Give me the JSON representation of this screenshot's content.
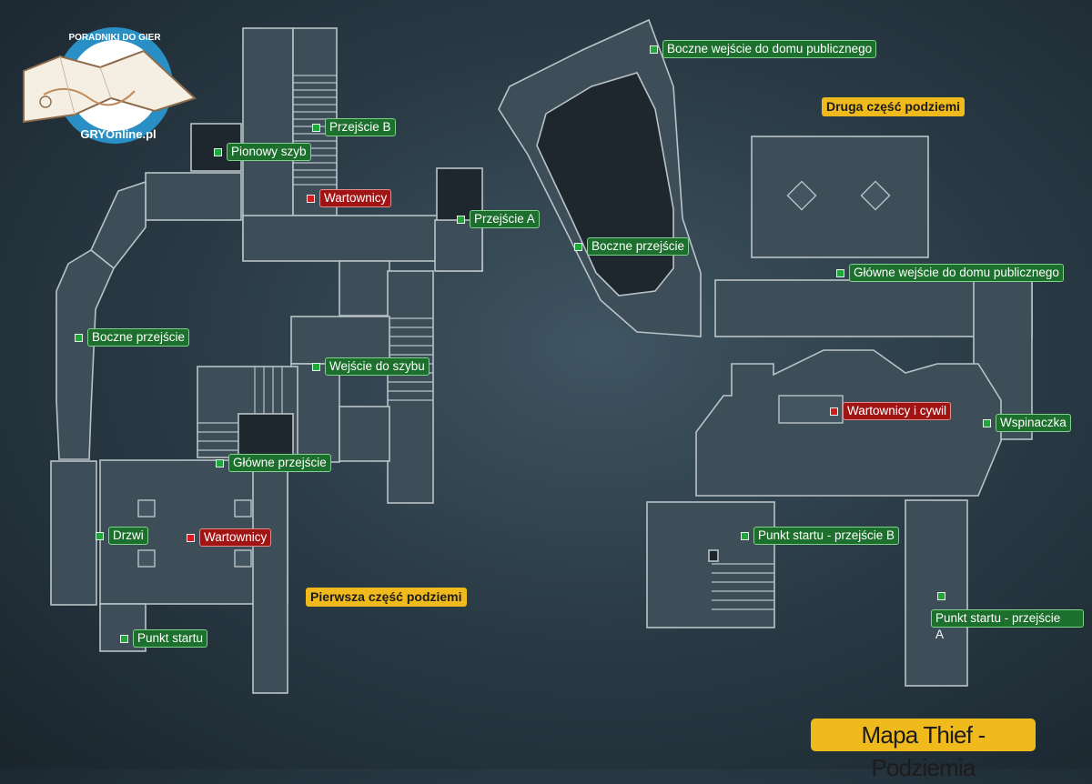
{
  "title": "Mapa Thief - Podziemia",
  "logo": {
    "top_text": "PORADNIKI DO GIER",
    "bottom_text": "GRYOnline.pl",
    "colors": {
      "ring": "#2a8fc4",
      "paper": "#f4efe2"
    }
  },
  "sections": {
    "first": "Pierwsza część podziemi",
    "second": "Druga część podziemi"
  },
  "markers": [
    {
      "id": "boczne-wejscie-dom",
      "label": "Boczne wejście do domu publicznego",
      "type": "passage"
    },
    {
      "id": "przejscie-b",
      "label": "Przejście B",
      "type": "passage"
    },
    {
      "id": "pionowy-szyb",
      "label": "Pionowy szyb",
      "type": "passage"
    },
    {
      "id": "wartownicy-1",
      "label": "Wartownicy",
      "type": "guards"
    },
    {
      "id": "przejscie-a",
      "label": "Przejście A",
      "type": "passage"
    },
    {
      "id": "boczne-przejscie-1",
      "label": "Boczne przejście",
      "type": "passage"
    },
    {
      "id": "glowne-wejscie-dom",
      "label": "Główne wejście do domu publicznego",
      "type": "passage"
    },
    {
      "id": "boczne-przejscie-2",
      "label": "Boczne przejście",
      "type": "passage"
    },
    {
      "id": "wejscie-do-szybu",
      "label": "Wejście do szybu",
      "type": "passage"
    },
    {
      "id": "wartownicy-i-cywil",
      "label": "Wartownicy i cywil",
      "type": "guards"
    },
    {
      "id": "wspinaczka",
      "label": "Wspinaczka",
      "type": "passage"
    },
    {
      "id": "glowne-przejscie",
      "label": "Główne przejście",
      "type": "passage"
    },
    {
      "id": "drzwi",
      "label": "Drzwi",
      "type": "passage"
    },
    {
      "id": "wartownicy-2",
      "label": "Wartownicy",
      "type": "guards"
    },
    {
      "id": "punkt-startu-b",
      "label": "Punkt startu - przejście B",
      "type": "passage"
    },
    {
      "id": "punkt-startu",
      "label": "Punkt startu",
      "type": "passage"
    }
  ],
  "marker_stacked": {
    "label": "Punkt startu - przejście",
    "suffix": "A",
    "type": "passage"
  },
  "legend_colors": {
    "passage": "#1fa83a",
    "guards": "#d31c1c",
    "section": "#f0b91c"
  }
}
